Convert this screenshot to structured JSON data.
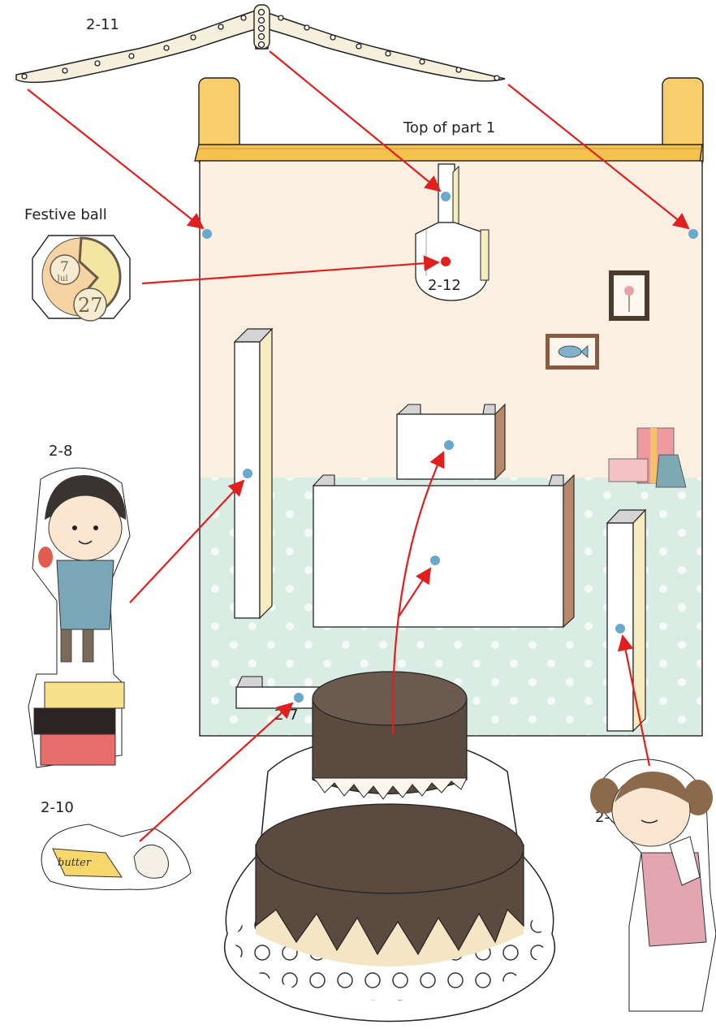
{
  "labels": {
    "garland": "2-11",
    "top_of_part": "Top of part 1",
    "festive_ball": "Festive ball",
    "plate_label": "2-12",
    "boy": "2-8",
    "cake": "2-7",
    "butter_label": "2-10",
    "girl": "2-9"
  },
  "festive_ball": {
    "month": "Jul",
    "day_small": "7",
    "day_big": "27"
  },
  "butter_text": "butter",
  "colors": {
    "arrow": "#e11f1f",
    "slot_dot": "#69a9cc",
    "center_dot": "#e11f1f",
    "wall": "#fbefe2",
    "floor": "#d9ede4",
    "roof": "#f8cd6c",
    "chocolate": "#5a4a40",
    "tab_cream": "#f7ecc0",
    "tab_brown": "#b48a6b"
  }
}
